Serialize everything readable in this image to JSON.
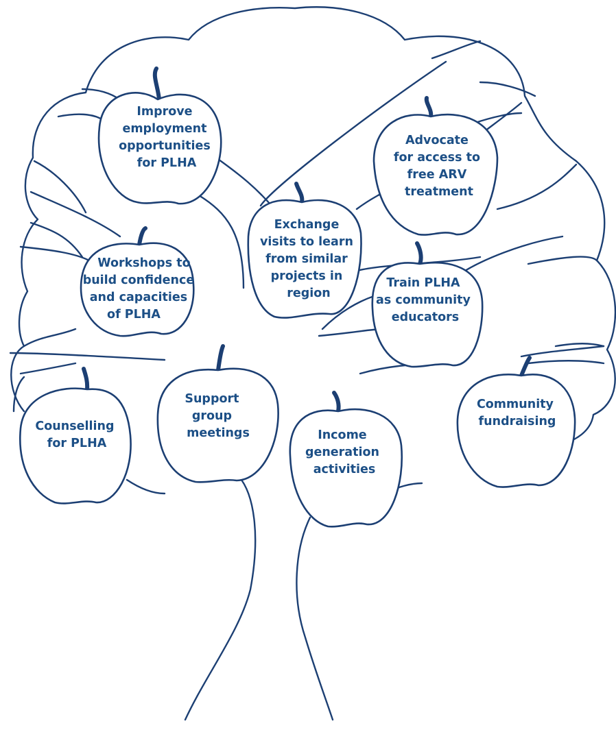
{
  "colors": {
    "ink": "#1c3f73",
    "label": "#1c4f86",
    "background": "#ffffff"
  },
  "apples": [
    {
      "id": "employment",
      "lines": [
        "Improve",
        "employment",
        "opportunities",
        "for PLHA"
      ]
    },
    {
      "id": "arv",
      "lines": [
        "Advocate",
        "for access to",
        "free ARV",
        "treatment"
      ]
    },
    {
      "id": "exchange",
      "lines": [
        "Exchange",
        "visits to learn",
        "from similar",
        "projects in",
        "region"
      ]
    },
    {
      "id": "workshops",
      "lines": [
        "Workshops to",
        "build confidence",
        "and capacities",
        "of PLHA"
      ]
    },
    {
      "id": "educators",
      "lines": [
        "Train PLHA",
        "as community",
        "educators"
      ]
    },
    {
      "id": "counselling",
      "lines": [
        "Counselling",
        "for PLHA"
      ]
    },
    {
      "id": "support",
      "lines": [
        "Support",
        "group",
        "meetings"
      ]
    },
    {
      "id": "income",
      "lines": [
        "Income",
        "generation",
        "activities"
      ]
    },
    {
      "id": "fundraising",
      "lines": [
        "Community",
        "fundraising"
      ]
    }
  ]
}
